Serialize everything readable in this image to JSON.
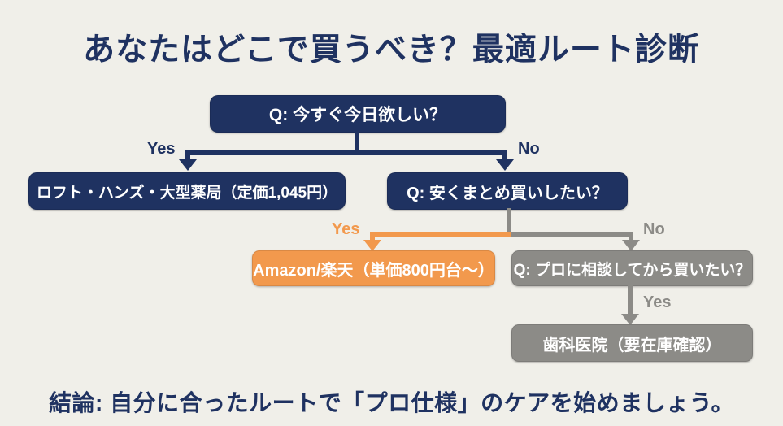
{
  "title": "あなたはどこで買うべき？最適ルート診断",
  "conclusion": "結論: 自分に合ったルートで「プロ仕様」のケアを始めましょう。",
  "colors": {
    "background": "#f0efe9",
    "navy": "#1f3261",
    "orange": "#f2994d",
    "gray": "#8c8b87",
    "node_text": "#ffffff"
  },
  "flow": {
    "q1": "Q: 今すぐ今日欲しい？",
    "edge_q1_yes": "Yes",
    "edge_q1_no": "No",
    "store": "ロフト・ハンズ・大型薬局（定価1,045円）",
    "q2": "Q: 安くまとめ買いしたい？",
    "edge_q2_yes": "Yes",
    "edge_q2_no": "No",
    "online": "Amazon/楽天（単価800円台〜）",
    "q3": "Q: プロに相談してから買いたい？",
    "edge_q3_yes": "Yes",
    "dental": "歯科医院（要在庫確認）"
  }
}
